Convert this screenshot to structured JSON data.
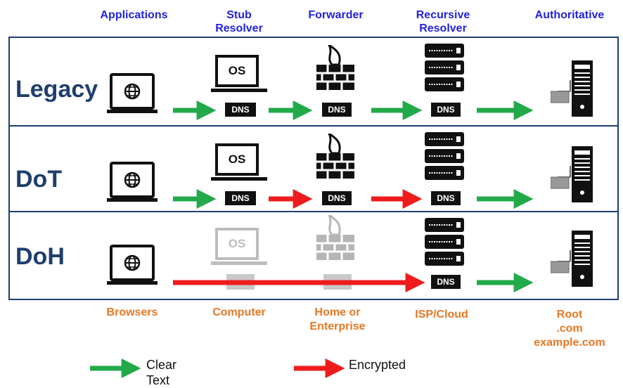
{
  "headers": {
    "applications": "Applications",
    "stub_resolver": "Stub\nResolver",
    "forwarder": "Forwarder",
    "recursive_resolver": "Recursive\nResolver",
    "authoritative": "Authoritative"
  },
  "rows": [
    {
      "label": "Legacy"
    },
    {
      "label": "DoT"
    },
    {
      "label": "DoH"
    }
  ],
  "icons": {
    "laptop_os_text": "OS",
    "dns_text": "DNS"
  },
  "footers": {
    "browsers": "Browsers",
    "computer": "Computer",
    "home_enterprise": "Home or\nEnterprise",
    "isp_cloud": "ISP/Cloud",
    "authoritative_examples": "Root\n.com\nexample.com"
  },
  "legend": {
    "clear": "Clear\nText",
    "encrypted": "Encrypted"
  },
  "colors": {
    "header": "#2222dd",
    "footer": "#e87722",
    "row_label": "#1d3f6e",
    "clear_arrow": "#22aa4a",
    "encrypted_arrow": "#ee1c1c"
  }
}
